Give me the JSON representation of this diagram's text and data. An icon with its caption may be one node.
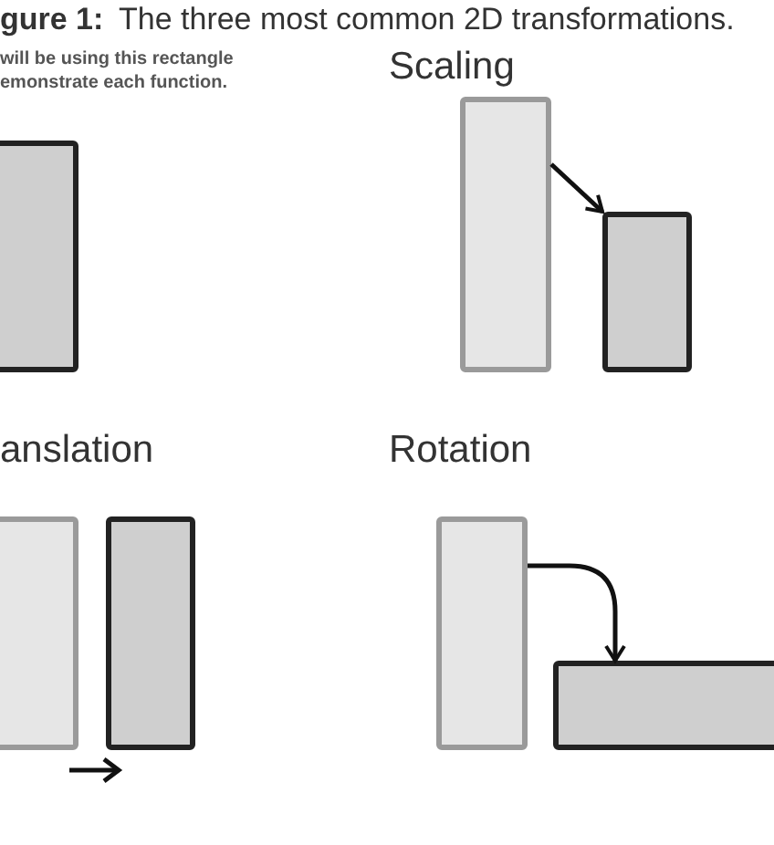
{
  "diagram": {
    "title": "The three most common 2D transformations.",
    "nodes": [
      {
        "text": [],
        "shape": "box"
      },
      {
        "text": [],
        "shape": "box"
      },
      {
        "text": [],
        "shape": "box"
      },
      {
        "text": [],
        "shape": "box"
      },
      {
        "text": [],
        "shape": "box"
      },
      {
        "text": [],
        "shape": "box"
      },
      {
        "text": [],
        "shape": "box"
      }
    ],
    "edges": [
      {
        "from": 1,
        "to": 2,
        "arrow": "to"
      },
      {
        "from": 5,
        "to": 6,
        "arrow": "to"
      }
    ],
    "labels": [
      "gure 1:",
      "will be using this rectangle emonstrate each function.",
      "Scaling",
      "anslation",
      "Rotation"
    ]
  }
}
